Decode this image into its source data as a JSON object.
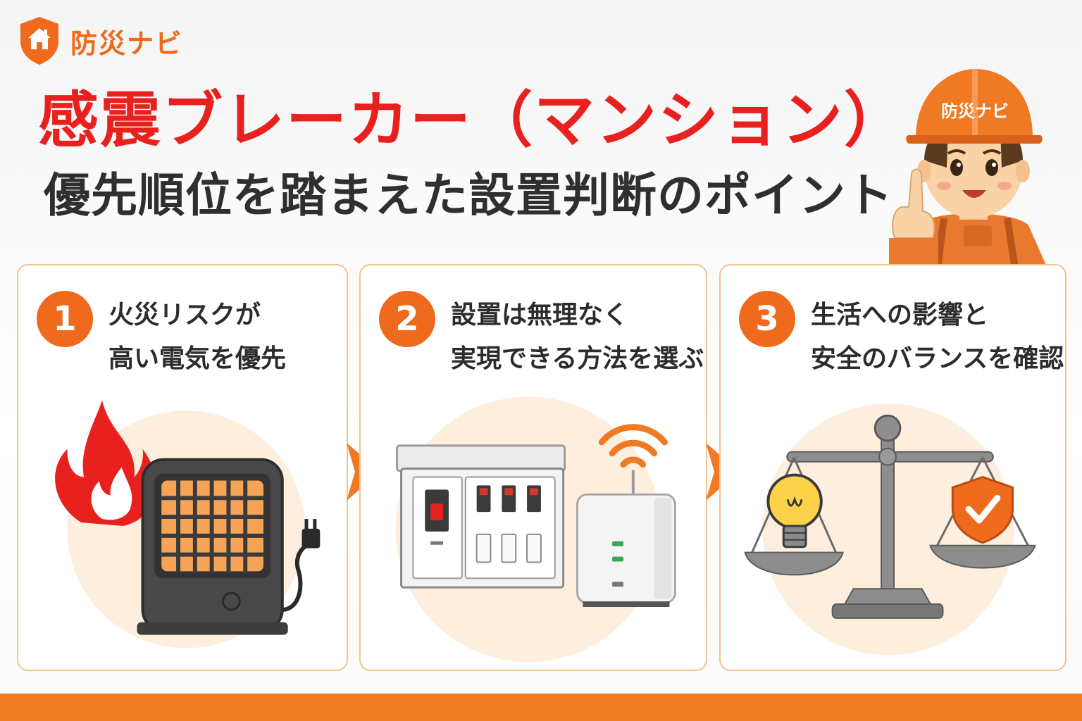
{
  "brand": {
    "name": "防災ナビ",
    "logo_icon": "shield-house-icon",
    "color": "#ef6a1c"
  },
  "title": {
    "main": "感震ブレーカー（マンション）",
    "sub": "優先順位を踏まえた設置判断のポイント",
    "main_color": "#e8211f"
  },
  "mascot": {
    "helmet_text": "防災ナビ",
    "icon": "mascot-worker-pointing-icon"
  },
  "cards": [
    {
      "number": "1",
      "line1": "火災リスクが",
      "line2": "高い電気を優先",
      "icon": "fire-heater-icon"
    },
    {
      "number": "2",
      "line1": "設置は無理なく",
      "line2": "実現できる方法を選ぶ",
      "icon": "breaker-panel-wifi-icon"
    },
    {
      "number": "3",
      "line1": "生活への影響と",
      "line2": "安全のバランスを確認",
      "icon": "balance-scale-icon"
    }
  ],
  "colors": {
    "accent": "#ef6a1c",
    "card_border": "#f2c38e",
    "bottom_bar": "#f07d22"
  }
}
